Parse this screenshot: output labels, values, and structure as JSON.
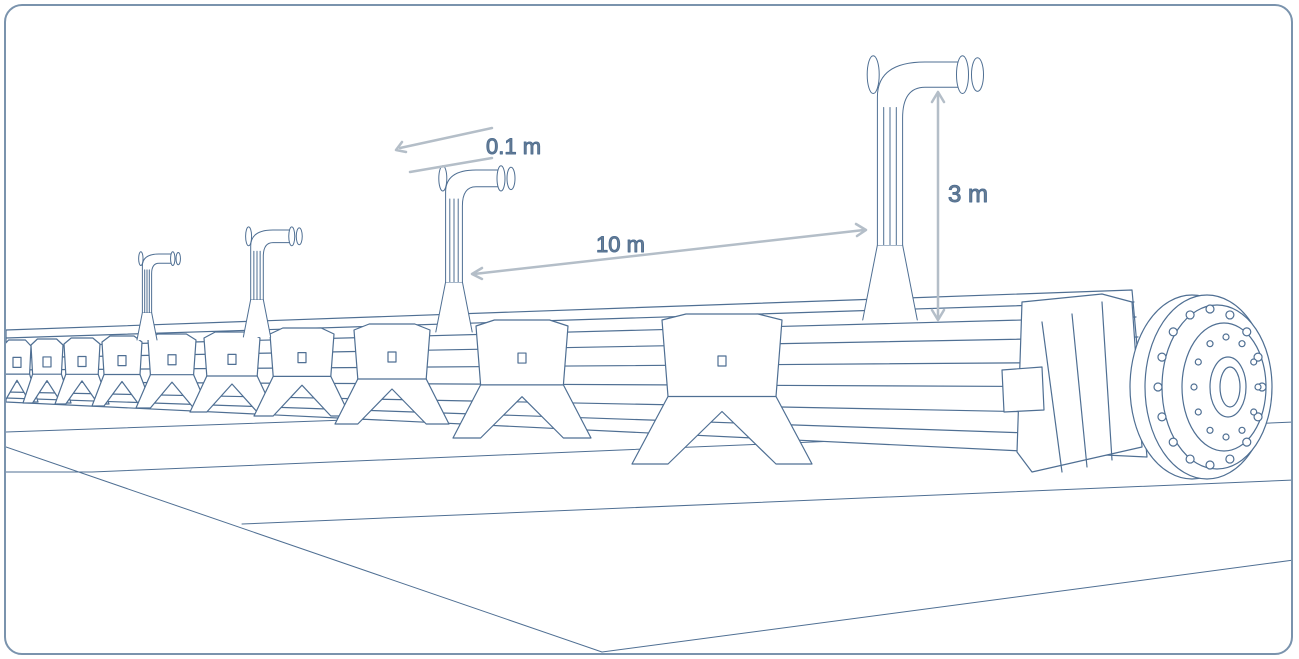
{
  "diagram": {
    "dimensions": {
      "riser_diameter": "0.1 m",
      "riser_spacing": "10 m",
      "riser_height": "3 m"
    },
    "colors": {
      "line": "#4f6f93",
      "dimension": "#b4bec8",
      "label": "#6e7f90",
      "frame": "#7a93ad"
    }
  }
}
